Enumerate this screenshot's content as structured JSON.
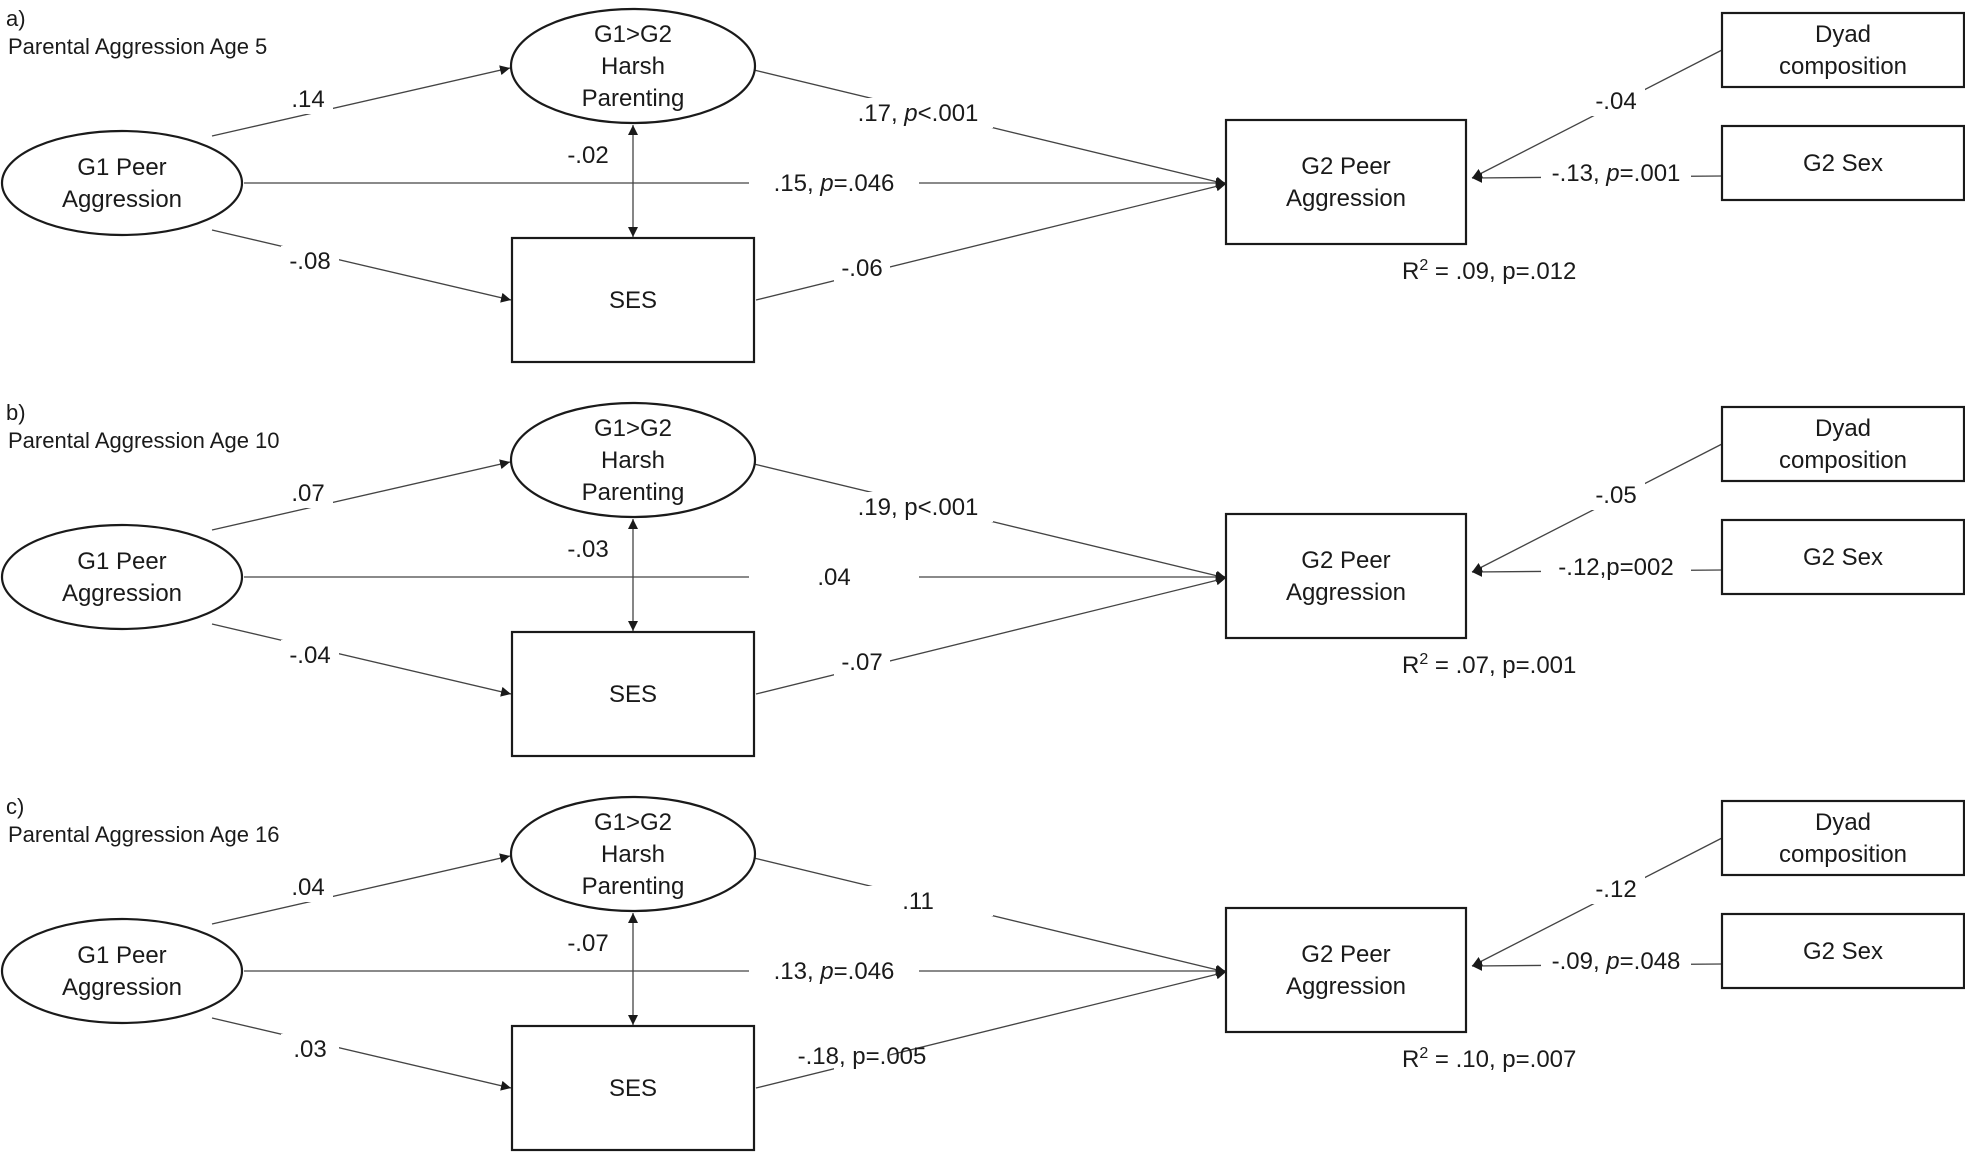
{
  "panels": [
    {
      "letter": "a)",
      "title": "Parental Aggression Age 5",
      "nodes": {
        "g1": [
          "G1 Peer",
          "Aggression"
        ],
        "harsh": [
          "G1>G2",
          "Harsh",
          "Parenting"
        ],
        "ses": [
          "SES"
        ],
        "g2": [
          "G2 Peer",
          "Aggression"
        ],
        "dyad": [
          "Dyad",
          "composition"
        ],
        "sex": [
          "G2 Sex"
        ]
      },
      "paths": {
        "g1_harsh": ".14",
        "harsh_ses": "-.02",
        "g1_ses": "-.08",
        "harsh_g2": [
          {
            "t": ".17, "
          },
          {
            "t": "p",
            "i": true
          },
          {
            "t": "<.001"
          }
        ],
        "g1_g2": [
          {
            "t": ".15, "
          },
          {
            "t": "p",
            "i": true
          },
          {
            "t": "=.046"
          }
        ],
        "ses_g2": "-.06",
        "dyad_g2": "-.04",
        "sex_g2": [
          {
            "t": "-.13, "
          },
          {
            "t": "p",
            "i": true
          },
          {
            "t": "=.001"
          }
        ]
      },
      "r2": {
        "prefix": "R",
        "sup": "2",
        "suffix": " = .09, p=.012"
      }
    },
    {
      "letter": "b)",
      "title": "Parental Aggression Age 10",
      "nodes": {
        "g1": [
          "G1 Peer",
          "Aggression"
        ],
        "harsh": [
          "G1>G2",
          "Harsh",
          "Parenting"
        ],
        "ses": [
          "SES"
        ],
        "g2": [
          "G2 Peer",
          "Aggression"
        ],
        "dyad": [
          "Dyad",
          "composition"
        ],
        "sex": [
          "G2 Sex"
        ]
      },
      "paths": {
        "g1_harsh": ".07",
        "harsh_ses": "-.03",
        "g1_ses": "-.04",
        "harsh_g2": ".19, p<.001",
        "g1_g2": ".04",
        "ses_g2": "-.07",
        "dyad_g2": "-.05",
        "sex_g2": "-.12,p=002"
      },
      "r2": {
        "prefix": "R",
        "sup": "2",
        "suffix": " = .07, p=.001"
      }
    },
    {
      "letter": "c)",
      "title": "Parental Aggression Age 16",
      "nodes": {
        "g1": [
          "G1 Peer",
          "Aggression"
        ],
        "harsh": [
          "G1>G2",
          "Harsh",
          "Parenting"
        ],
        "ses": [
          "SES"
        ],
        "g2": [
          "G2 Peer",
          "Aggression"
        ],
        "dyad": [
          "Dyad",
          "composition"
        ],
        "sex": [
          "G2 Sex"
        ]
      },
      "paths": {
        "g1_harsh": ".04",
        "harsh_ses": "-.07",
        "g1_ses": ".03",
        "harsh_g2": ".11",
        "g1_g2": [
          {
            "t": ".13, "
          },
          {
            "t": "p",
            "i": true
          },
          {
            "t": "=.046"
          }
        ],
        "ses_g2": "-.18, p=.005",
        "dyad_g2": "-.12",
        "sex_g2": [
          {
            "t": "-.09, "
          },
          {
            "t": "p",
            "i": true
          },
          {
            "t": "=.048"
          }
        ]
      },
      "r2": {
        "prefix": "R",
        "sup": "2",
        "suffix": " = .10, p=.007"
      }
    }
  ]
}
